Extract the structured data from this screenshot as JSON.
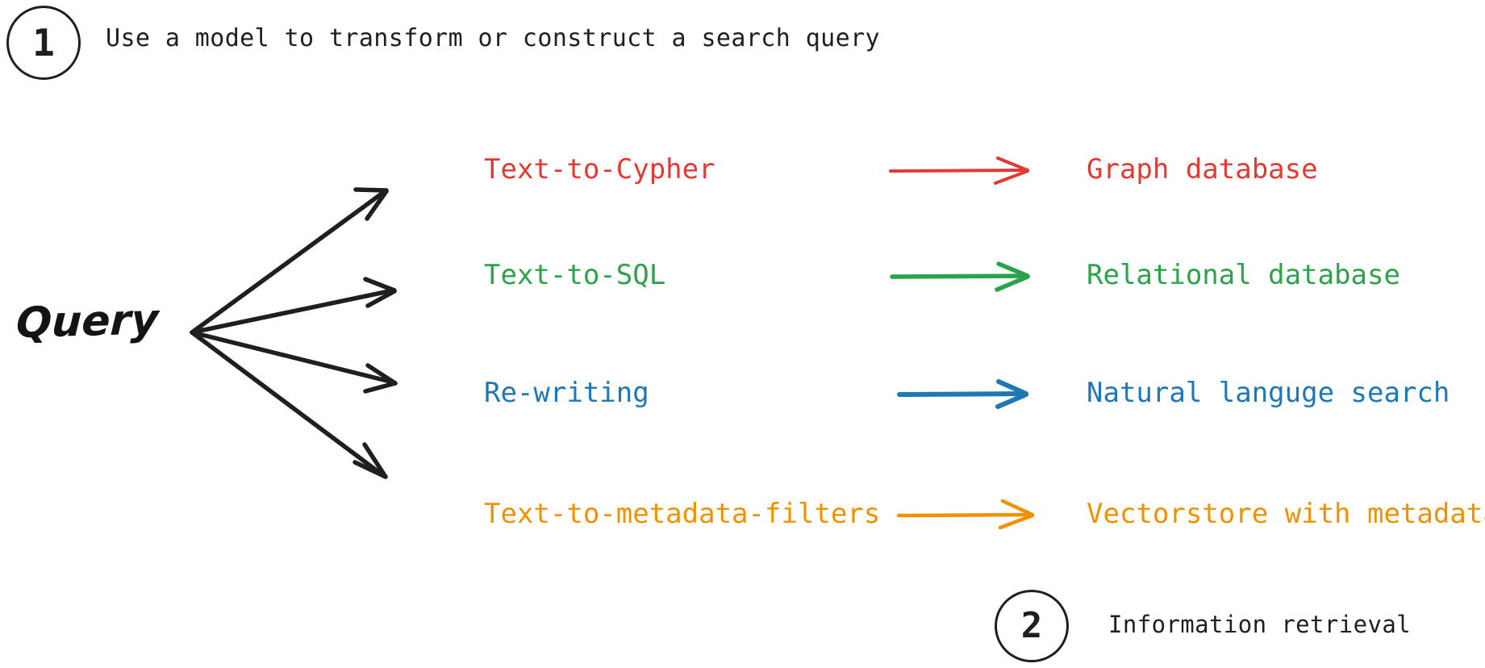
{
  "diagram": {
    "title_text": "Use a model to transform or construct a search query",
    "source_node": "Query",
    "background": "#ffffff",
    "ink_color": "#1f1f1f"
  },
  "steps": [
    {
      "number": "1",
      "caption": "Use a model to transform or construct a search query"
    },
    {
      "number": "2",
      "caption": "Information retrieval"
    }
  ],
  "rows": [
    {
      "method": "Text-to-Cypher",
      "target": "Graph database",
      "color": "#e03a33",
      "arrow_icon": "right-arrow-icon"
    },
    {
      "method": "Text-to-SQL",
      "target": "Relational database",
      "color": "#2ba34a",
      "arrow_icon": "right-arrow-icon"
    },
    {
      "method": "Re-writing",
      "target": "Natural languge search",
      "color": "#1f77b4",
      "arrow_icon": "right-arrow-icon"
    },
    {
      "method": "Text-to-metadata-filters",
      "target": "Vectorstore with metadata",
      "color": "#f29100",
      "arrow_icon": "right-arrow-icon"
    }
  ],
  "fan": {
    "origin_label": "query-fan-origin",
    "branch_count": 4
  }
}
